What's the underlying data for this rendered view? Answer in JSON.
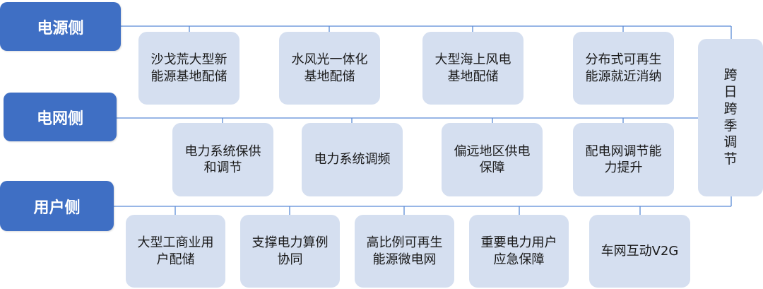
{
  "sections": {
    "supply": "电源侧",
    "grid": "电网侧",
    "user": "用户侧"
  },
  "supply_items": [
    "沙戈荒大型新能源基地配储",
    "水风光一体化基地配储",
    "大型海上风电基地配储",
    "分布式可再生能源就近消纳"
  ],
  "grid_items": [
    "电力系统保供和调节",
    "电力系统调频",
    "偏远地区供电保障",
    "配电网调节能力提升"
  ],
  "user_items": [
    "大型工商业用户配储",
    "支撑电力算例协同",
    "高比例可再生能源微电网",
    "重要电力用户应急保障",
    "车网互动V2G"
  ],
  "cross_item": "跨日跨季调节",
  "colors": {
    "section_fill": "#3f6fc4",
    "item_fill": "#d5dff0",
    "line": "#5b8bd6"
  }
}
